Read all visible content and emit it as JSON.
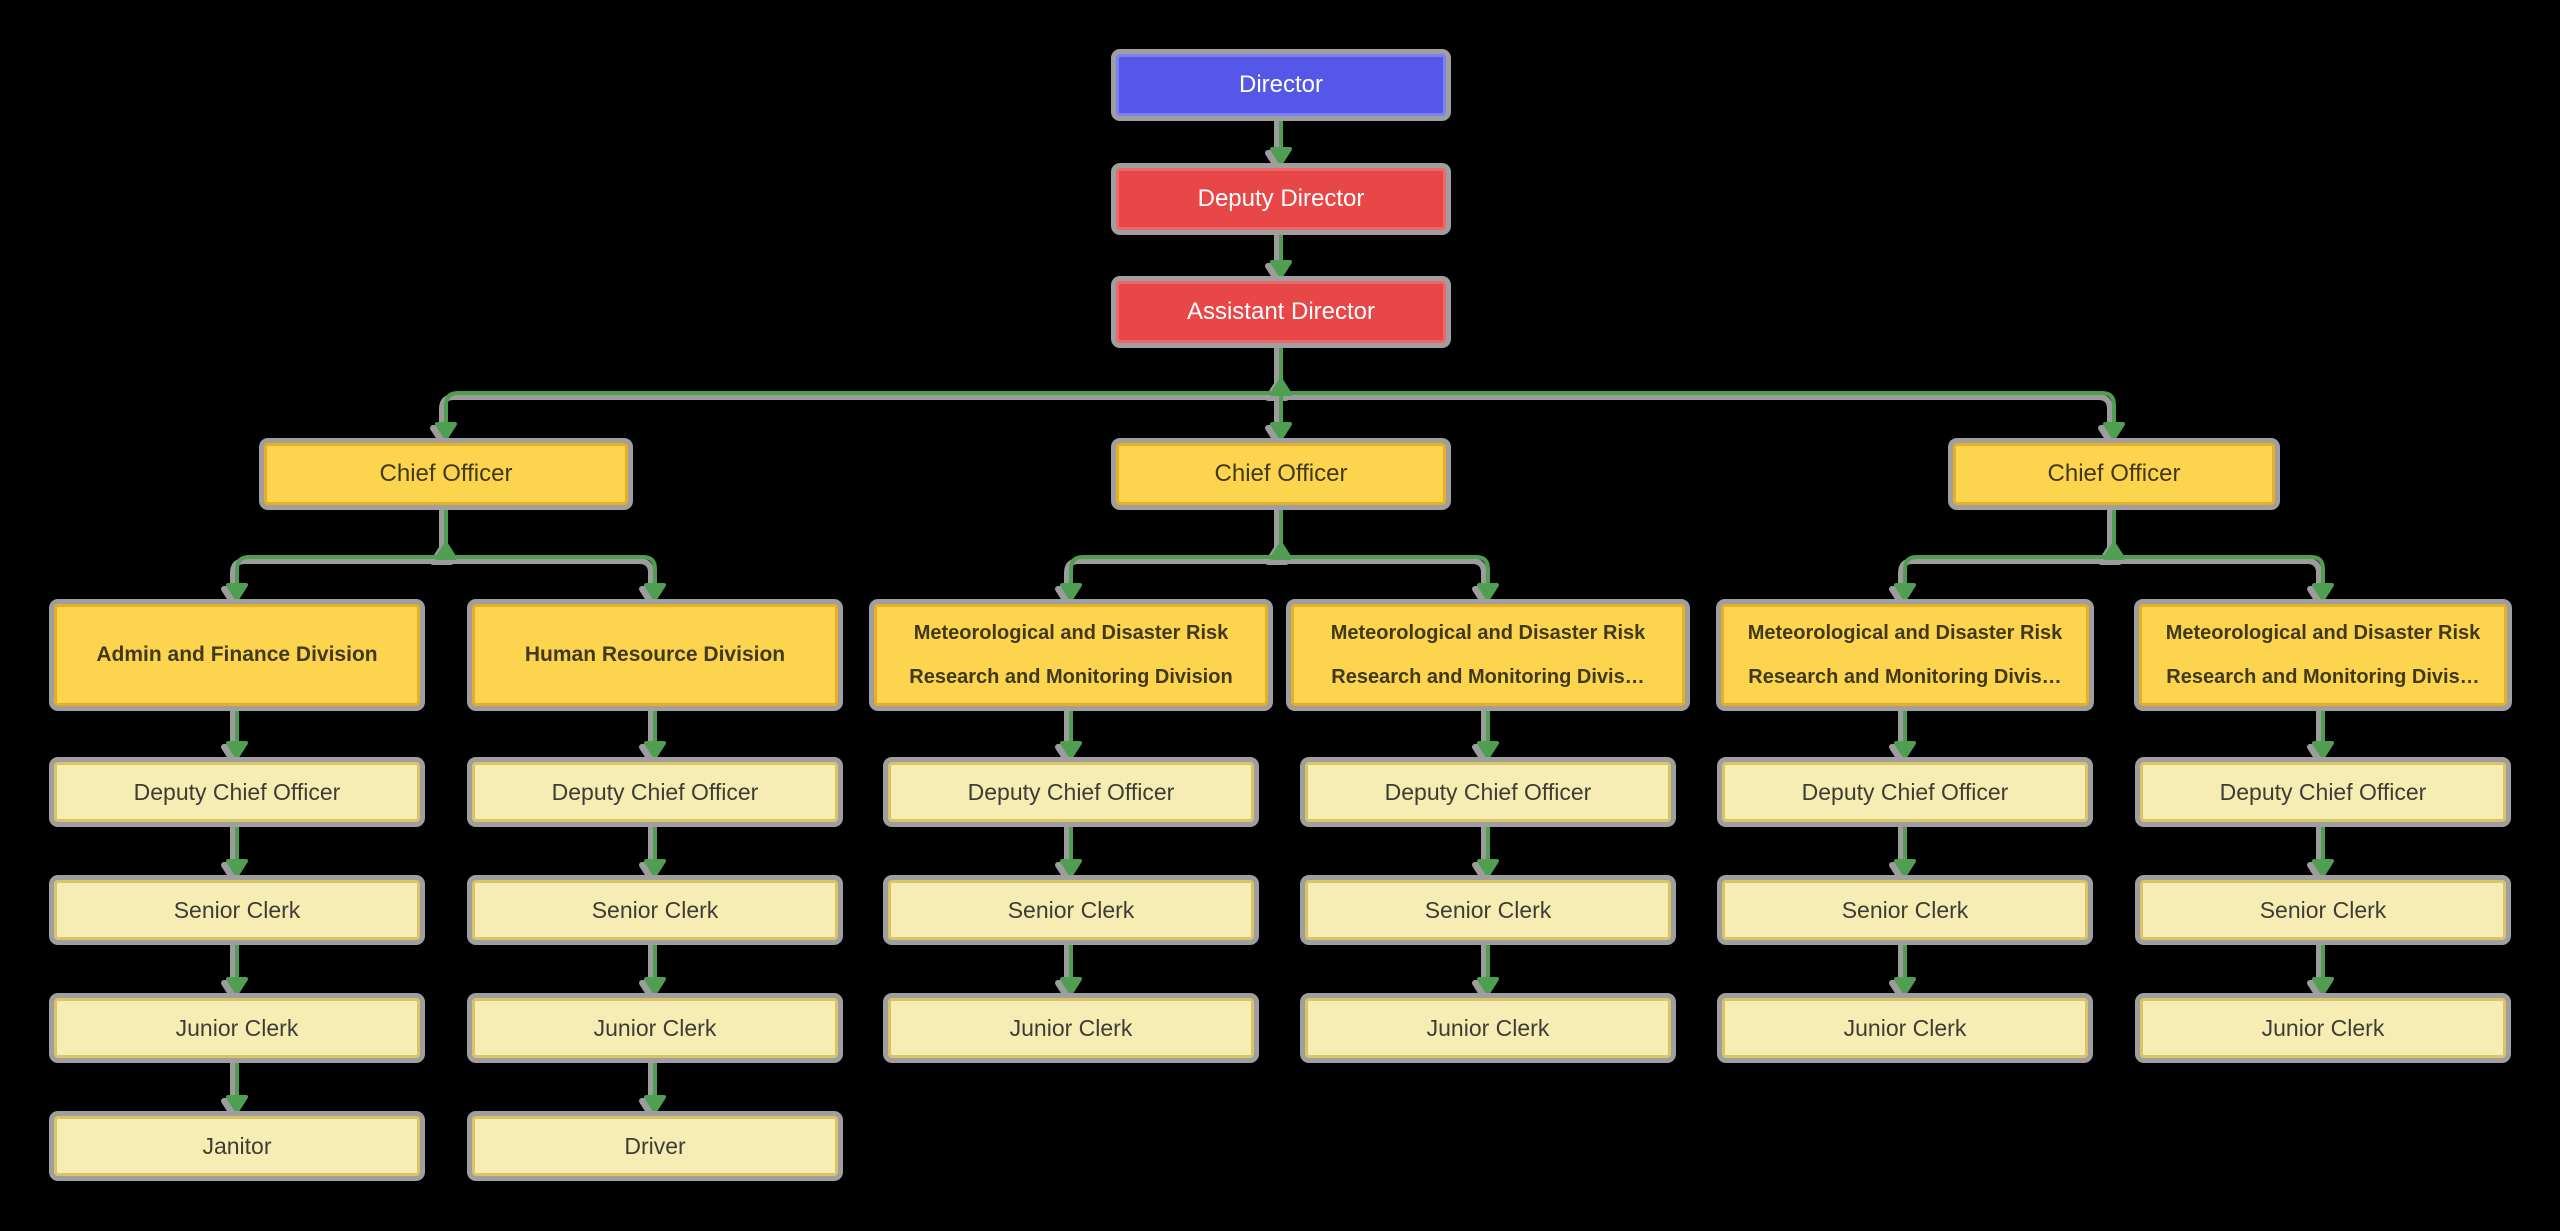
{
  "diagram": {
    "type": "org-chart",
    "background": "#000000",
    "colors": {
      "director_fill": "#5457e8",
      "director_border": "#7d80f0",
      "director_text": "#ffffff",
      "deputy_assistant_fill": "#e84747",
      "deputy_assistant_border": "#ef6868",
      "officer_division_fill": "#fcd44e",
      "officer_division_border": "#e7ae27",
      "staff_fill": "#f6edb5",
      "staff_border": "#d9c468",
      "connector_green": "#4f9e52",
      "connector_shadow": "#9c9c9c",
      "node_shadow_ring": "#9f9f9f"
    },
    "nodes": {
      "director": {
        "label": "Director"
      },
      "deputy_director": {
        "label": "Deputy Director"
      },
      "assistant_director": {
        "label": "Assistant Director"
      },
      "chief_officers": [
        {
          "label": "Chief Officer"
        },
        {
          "label": "Chief Officer"
        },
        {
          "label": "Chief Officer"
        }
      ],
      "divisions": [
        {
          "label": "Admin and Finance Division"
        },
        {
          "label": "Human Resource Division"
        },
        {
          "line1": "Meteorological and Disaster Risk",
          "line2": "Research and Monitoring Division"
        },
        {
          "line1": "Meteorological and Disaster Risk",
          "line2": "Research and Monitoring Divis…"
        },
        {
          "line1": "Meteorological and Disaster Risk",
          "line2": "Research and Monitoring Divis…"
        },
        {
          "line1": "Meteorological and Disaster Risk",
          "line2": "Research and Monitoring Divis…"
        }
      ],
      "deputy_chief_officers": [
        "Deputy Chief Officer",
        "Deputy Chief Officer",
        "Deputy Chief Officer",
        "Deputy Chief Officer",
        "Deputy Chief Officer",
        "Deputy Chief Officer"
      ],
      "senior_clerks": [
        "Senior Clerk",
        "Senior Clerk",
        "Senior Clerk",
        "Senior Clerk",
        "Senior Clerk",
        "Senior Clerk"
      ],
      "junior_clerks": [
        "Junior Clerk",
        "Junior Clerk",
        "Junior Clerk",
        "Junior Clerk",
        "Junior Clerk",
        "Junior Clerk"
      ],
      "janitor": {
        "label": "Janitor"
      },
      "driver": {
        "label": "Driver"
      }
    },
    "edges": [
      {
        "from": "director",
        "to": "deputy_director"
      },
      {
        "from": "deputy_director",
        "to": "assistant_director"
      },
      {
        "from": "assistant_director",
        "to": "chief_officer_1"
      },
      {
        "from": "assistant_director",
        "to": "chief_officer_2"
      },
      {
        "from": "assistant_director",
        "to": "chief_officer_3"
      },
      {
        "from": "chief_officer_1",
        "to": "division_1"
      },
      {
        "from": "chief_officer_1",
        "to": "division_2"
      },
      {
        "from": "chief_officer_2",
        "to": "division_3"
      },
      {
        "from": "chief_officer_2",
        "to": "division_4"
      },
      {
        "from": "chief_officer_3",
        "to": "division_5"
      },
      {
        "from": "chief_officer_3",
        "to": "division_6"
      },
      {
        "from": "division_1",
        "to": "deputy_chief_officer_1"
      },
      {
        "from": "division_2",
        "to": "deputy_chief_officer_2"
      },
      {
        "from": "division_3",
        "to": "deputy_chief_officer_3"
      },
      {
        "from": "division_4",
        "to": "deputy_chief_officer_4"
      },
      {
        "from": "division_5",
        "to": "deputy_chief_officer_5"
      },
      {
        "from": "division_6",
        "to": "deputy_chief_officer_6"
      },
      {
        "from": "deputy_chief_officer_1",
        "to": "senior_clerk_1"
      },
      {
        "from": "deputy_chief_officer_2",
        "to": "senior_clerk_2"
      },
      {
        "from": "deputy_chief_officer_3",
        "to": "senior_clerk_3"
      },
      {
        "from": "deputy_chief_officer_4",
        "to": "senior_clerk_4"
      },
      {
        "from": "deputy_chief_officer_5",
        "to": "senior_clerk_5"
      },
      {
        "from": "deputy_chief_officer_6",
        "to": "senior_clerk_6"
      },
      {
        "from": "senior_clerk_1",
        "to": "junior_clerk_1"
      },
      {
        "from": "senior_clerk_2",
        "to": "junior_clerk_2"
      },
      {
        "from": "senior_clerk_3",
        "to": "junior_clerk_3"
      },
      {
        "from": "senior_clerk_4",
        "to": "junior_clerk_4"
      },
      {
        "from": "senior_clerk_5",
        "to": "junior_clerk_5"
      },
      {
        "from": "senior_clerk_6",
        "to": "junior_clerk_6"
      },
      {
        "from": "junior_clerk_1",
        "to": "janitor"
      },
      {
        "from": "junior_clerk_2",
        "to": "driver"
      }
    ]
  }
}
